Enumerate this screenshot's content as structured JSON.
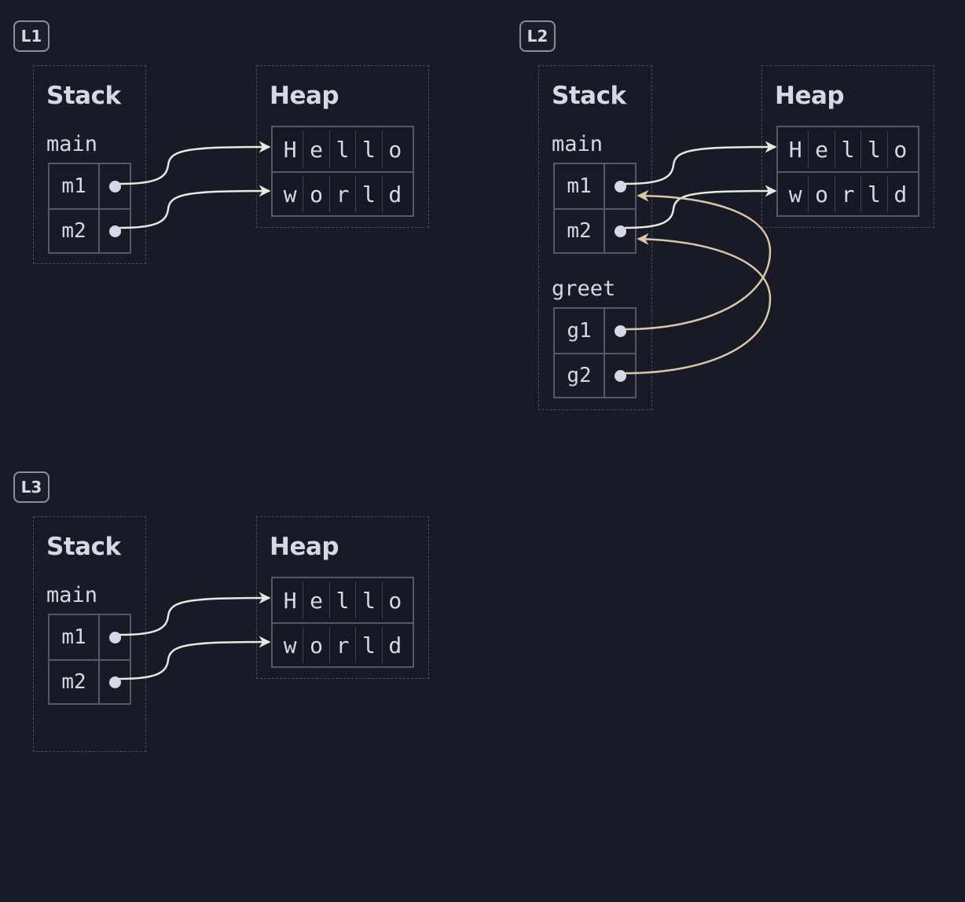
{
  "panels": [
    {
      "label": "L1",
      "stack_title": "Stack",
      "heap_title": "Heap",
      "frames": [
        {
          "name": "main",
          "vars": [
            {
              "name": "m1"
            },
            {
              "name": "m2"
            }
          ]
        }
      ],
      "heap": [
        {
          "chars": [
            "H",
            "e",
            "l",
            "l",
            "o"
          ]
        },
        {
          "chars": [
            "w",
            "o",
            "r",
            "l",
            "d"
          ]
        }
      ]
    },
    {
      "label": "L2",
      "stack_title": "Stack",
      "heap_title": "Heap",
      "frames": [
        {
          "name": "main",
          "vars": [
            {
              "name": "m1"
            },
            {
              "name": "m2"
            }
          ]
        },
        {
          "name": "greet",
          "vars": [
            {
              "name": "g1"
            },
            {
              "name": "g2"
            }
          ]
        }
      ],
      "heap": [
        {
          "chars": [
            "H",
            "e",
            "l",
            "l",
            "o"
          ]
        },
        {
          "chars": [
            "w",
            "o",
            "r",
            "l",
            "d"
          ]
        }
      ]
    },
    {
      "label": "L3",
      "stack_title": "Stack",
      "heap_title": "Heap",
      "frames": [
        {
          "name": "main",
          "vars": [
            {
              "name": "m1"
            },
            {
              "name": "m2"
            }
          ]
        }
      ],
      "heap": [
        {
          "chars": [
            "H",
            "e",
            "l",
            "l",
            "o"
          ]
        },
        {
          "chars": [
            "w",
            "o",
            "r",
            "l",
            "d"
          ]
        }
      ]
    }
  ],
  "pointers": [
    {
      "panel": "L1",
      "from": "m1",
      "to": "Hello"
    },
    {
      "panel": "L1",
      "from": "m2",
      "to": "world"
    },
    {
      "panel": "L2",
      "from": "m1",
      "to": "Hello"
    },
    {
      "panel": "L2",
      "from": "m2",
      "to": "world"
    },
    {
      "panel": "L2",
      "from": "g1",
      "to": "m1"
    },
    {
      "panel": "L2",
      "from": "g2",
      "to": "m2"
    },
    {
      "panel": "L3",
      "from": "m1",
      "to": "Hello"
    },
    {
      "panel": "L3",
      "from": "m2",
      "to": "world"
    }
  ],
  "colors": {
    "background": "#181a25",
    "heap_arrow": "#ece8e0",
    "ref_arrow": "#dcc5a8",
    "text": "#d6d8e6"
  }
}
